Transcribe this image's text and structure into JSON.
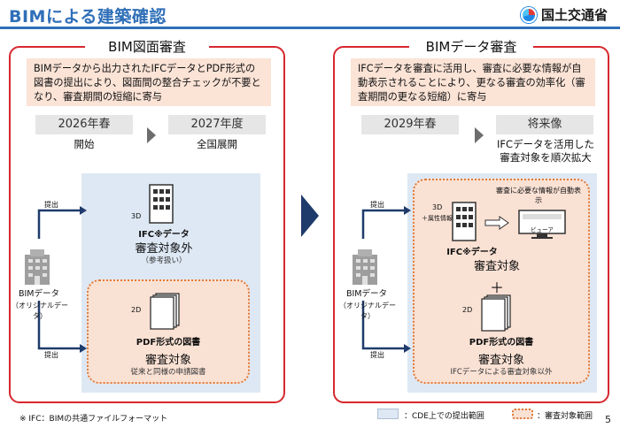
{
  "header": {
    "title": "BIMによる建築確認",
    "logo_text": "国土交通省"
  },
  "left": {
    "title": "BIM図面審査",
    "description": "BIMデータから出力されたIFCデータとPDF形式の図書の提出により、図面間の整合チェックが不要となり、審査期間の短縮に寄与",
    "stages": [
      {
        "year": "2026年春",
        "label": "開始"
      },
      {
        "year": "2027年度",
        "label": "全国展開"
      }
    ],
    "submit_top": "提出",
    "submit_bottom": "提出",
    "bim_label_1": "BIMデータ",
    "bim_label_2": "（オリジナルデータ）",
    "ifc_dim": "3D",
    "ifc_name": "IFC※データ",
    "ifc_status": "審査対象外",
    "ifc_note": "（参考扱い）",
    "pdf_dim": "2D",
    "pdf_name": "PDF形式の図書",
    "pdf_status": "審査対象",
    "pdf_note": "従来と同様の申請図書"
  },
  "right": {
    "title": "BIMデータ審査",
    "description": "IFCデータを審査に活用し、審査に必要な情報が自動表示されることにより、更なる審査の効率化（審査期間の更なる短縮）に寄与",
    "stages": [
      {
        "year": "2029年春",
        "label": ""
      },
      {
        "year": "将来像",
        "label": "IFCデータを活用した審査対象を順次拡大"
      }
    ],
    "submit_top": "提出",
    "submit_bottom": "提出",
    "bim_label_1": "BIMデータ",
    "bim_label_2": "（オリジナルデータ）",
    "ifc_dim": "3D",
    "ifc_attr": "＋属性情報",
    "ifc_name": "IFC※データ",
    "ifc_status": "審査対象",
    "auto_display": "審査に必要な情報が自動表示",
    "viewer": "ビューア",
    "plus": "＋",
    "pdf_dim": "2D",
    "pdf_name": "PDF形式の図書",
    "pdf_status": "審査対象",
    "pdf_note": "IFCデータによる審査対象以外"
  },
  "footer": {
    "note": "※ IFC：BIMの共通ファイルフォーマット",
    "legend_blue": "：CDE上での提出範囲",
    "legend_dotted": "：審査対象範囲",
    "page": "5"
  },
  "colors": {
    "accent": "#2f6fb8",
    "panel_border": "#d7282f",
    "desc_bg": "#fbe3d6",
    "cde_bg": "#dde8f4",
    "dotted": "#e07b39",
    "arrow": "#1f3b6b"
  }
}
